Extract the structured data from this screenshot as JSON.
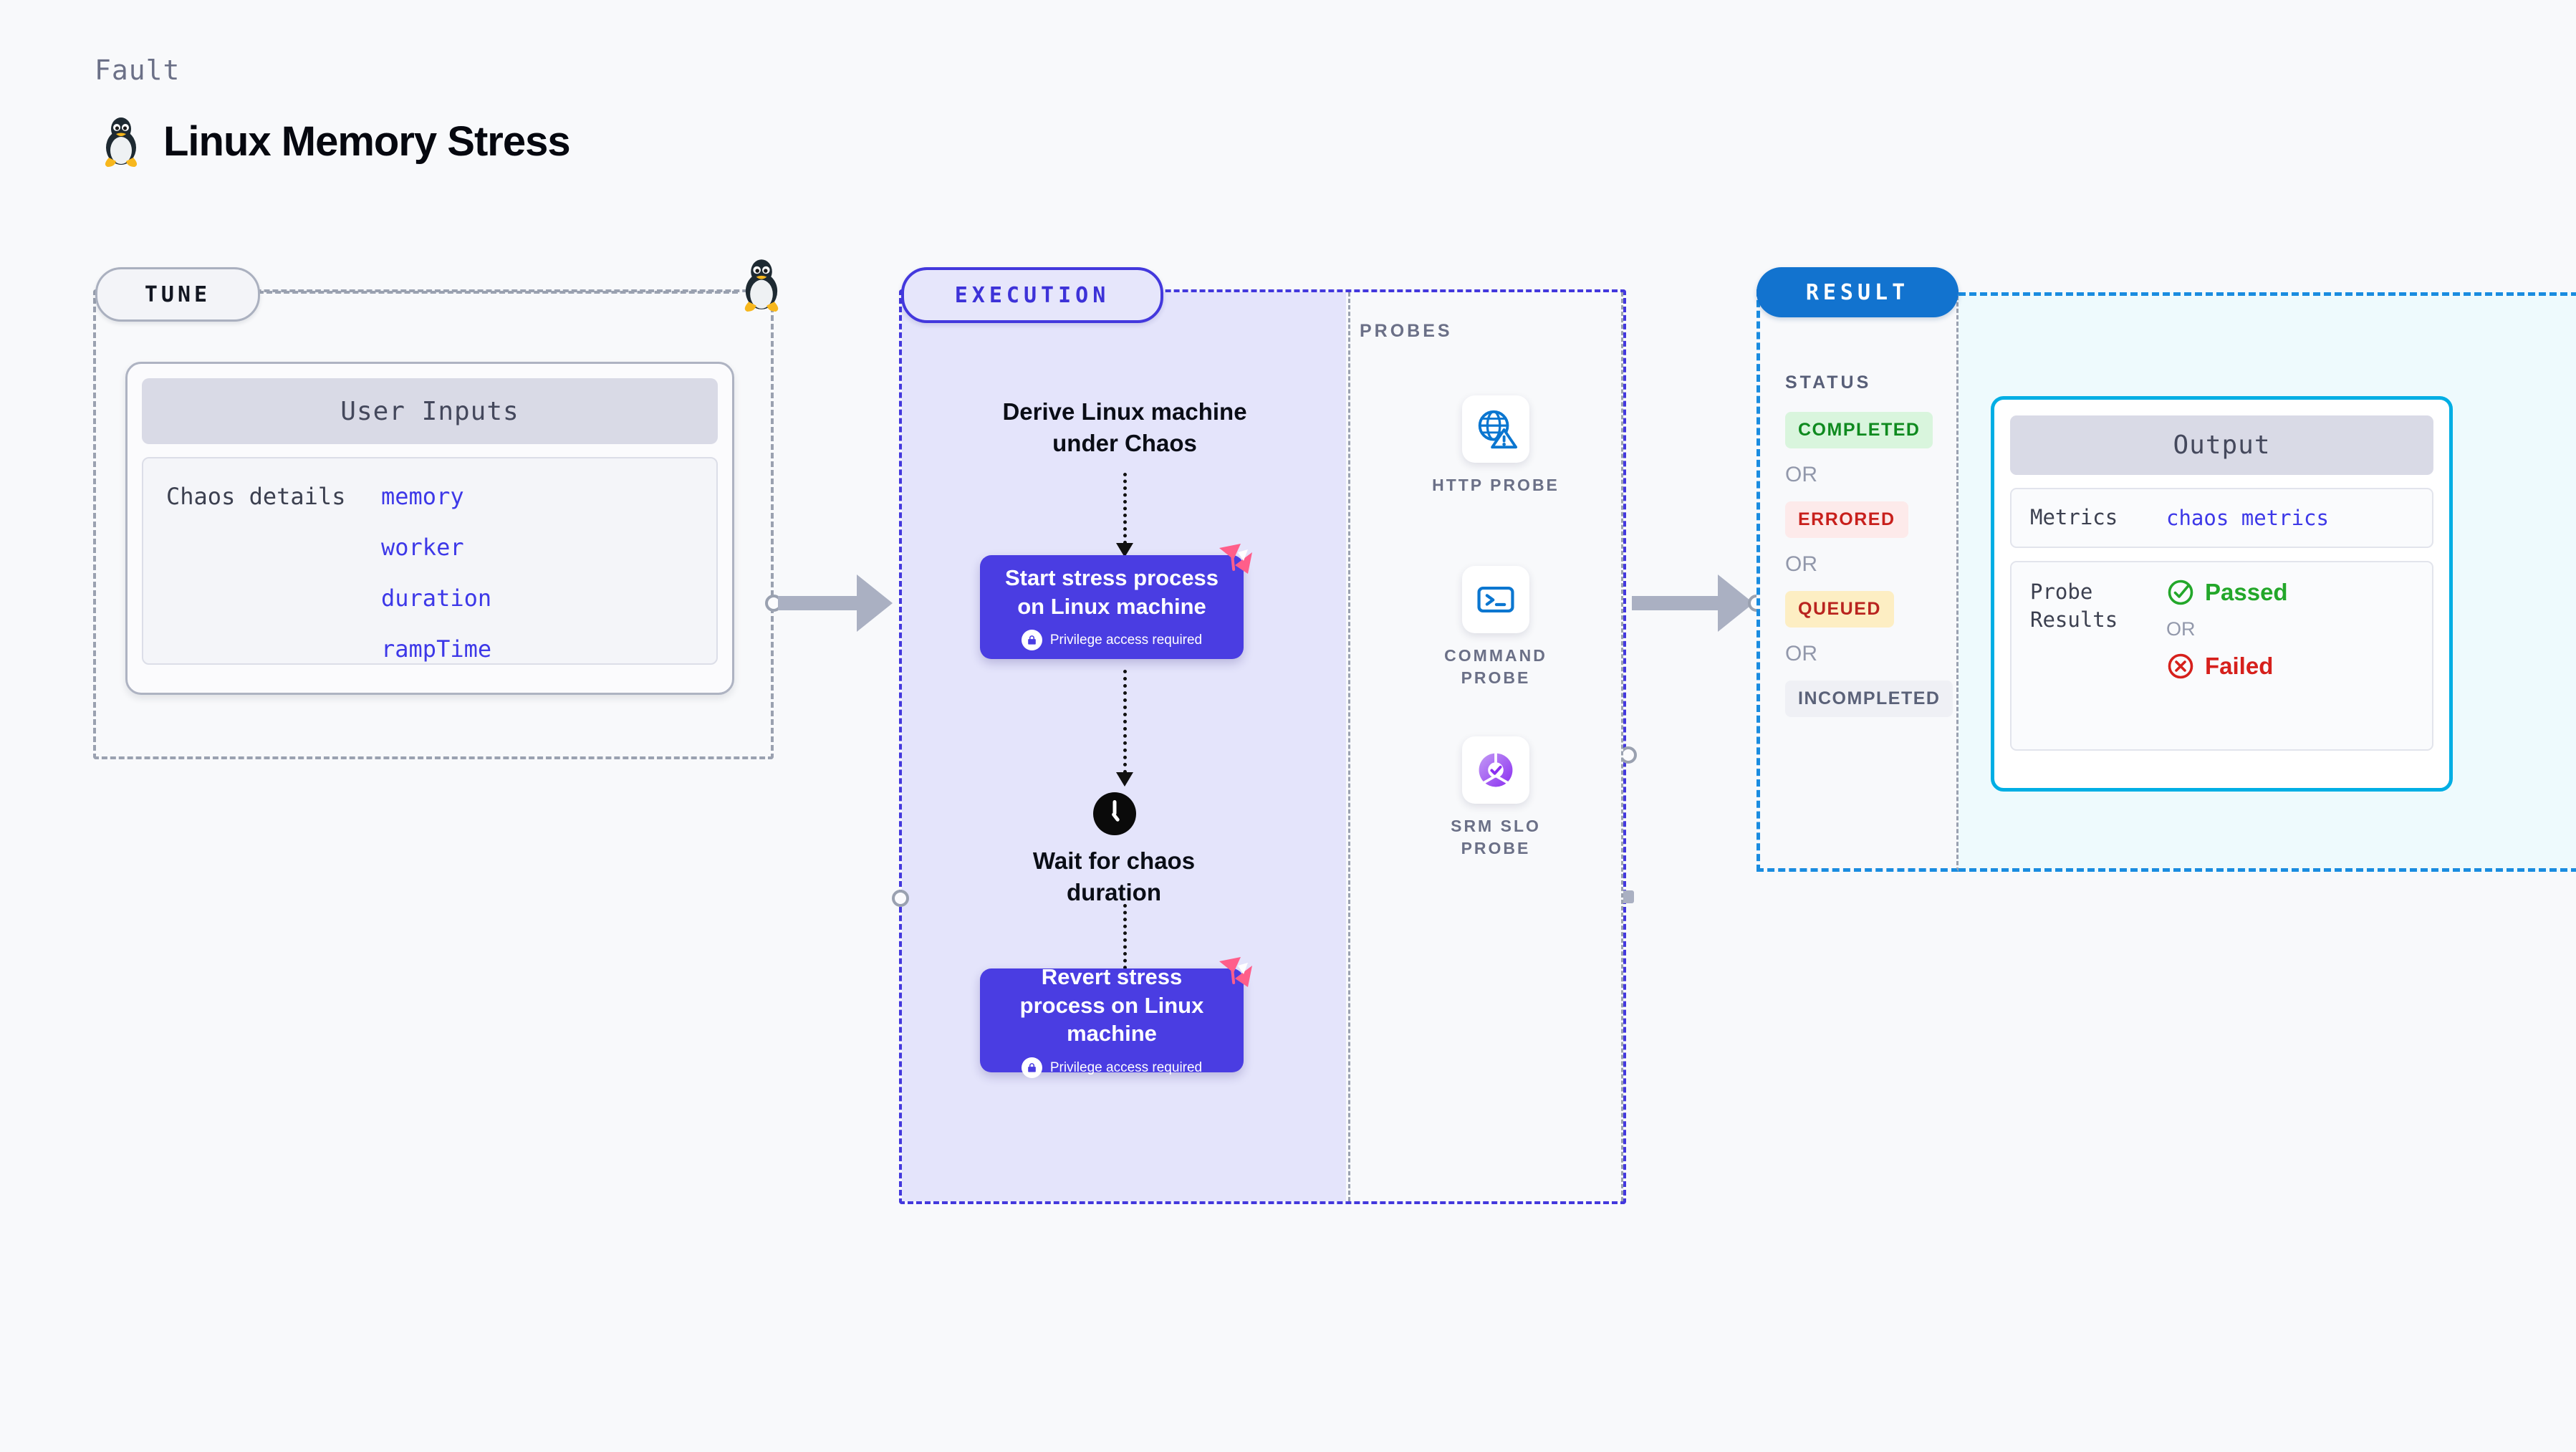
{
  "header": {
    "kicker": "Fault",
    "title": "Linux Memory Stress",
    "icon": "tux-penguin-icon"
  },
  "tune": {
    "badge": "TUNE",
    "icon": "tux-penguin-icon",
    "card": {
      "header": "User Inputs",
      "label": "Chaos details",
      "params": [
        "memory",
        "worker",
        "duration",
        "rampTime"
      ]
    }
  },
  "execution": {
    "badge": "EXECUTION",
    "steps": [
      {
        "type": "text",
        "label": "Derive Linux machine under Chaos"
      },
      {
        "type": "box",
        "label": "Start stress process on Linux machine",
        "note": "Privilege access required",
        "note_icon": "lock-icon",
        "corner_icon": "harness-logo-icon"
      },
      {
        "type": "clock",
        "icon": "clock-icon",
        "label": "Wait for chaos duration"
      },
      {
        "type": "box",
        "label": "Revert stress process on Linux machine",
        "note": "Privilege access required",
        "note_icon": "lock-icon",
        "corner_icon": "harness-logo-icon"
      }
    ]
  },
  "probes": {
    "label": "PROBES",
    "items": [
      {
        "name": "HTTP PROBE",
        "icon": "globe-warning-icon"
      },
      {
        "name": "COMMAND PROBE",
        "icon": "terminal-icon"
      },
      {
        "name": "SRM SLO PROBE",
        "icon": "slo-donut-check-icon"
      }
    ]
  },
  "result": {
    "badge": "RESULT",
    "status_label": "STATUS",
    "or_text": "OR",
    "statuses": [
      {
        "text": "COMPLETED",
        "bg": "#d9f5dd",
        "fg": "#0f8a1f"
      },
      {
        "text": "ERRORED",
        "bg": "#fdeaea",
        "fg": "#c8201c"
      },
      {
        "text": "QUEUED",
        "bg": "#fdeec3",
        "fg": "#b9241f"
      },
      {
        "text": "INCOMPLETED",
        "bg": "#eff0f5",
        "fg": "#5a6178"
      }
    ],
    "output": {
      "header": "Output",
      "metrics_label": "Metrics",
      "metrics_value": "chaos metrics",
      "probe_results_label": "Probe Results",
      "passed": {
        "text": "Passed",
        "color": "#23a72a",
        "icon": "check-circle-icon"
      },
      "or_text": "OR",
      "failed": {
        "text": "Failed",
        "color": "#d6201c",
        "icon": "x-circle-icon"
      }
    }
  },
  "colors": {
    "page_bg": "#f8f9fb",
    "accent_purple": "#4338dd",
    "step_box": "#4a3de2",
    "result_blue": "#1273cf",
    "output_cyan": "#00aee4",
    "harness_pink": "#ff5e8a"
  }
}
